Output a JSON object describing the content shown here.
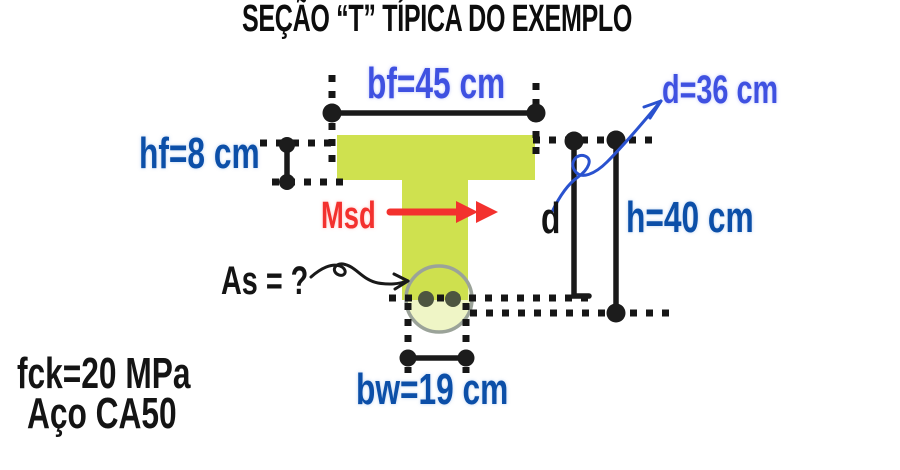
{
  "title": "SEÇÃO “T” TÍPICA DO EXEMPLO",
  "section": {
    "flange_width_label": "bf=45 cm",
    "flange_thickness_label": "hf=8 cm",
    "effective_depth_callout": "d=36 cm",
    "effective_depth_line_label": "d",
    "total_height_label": "h=40 cm",
    "web_width_label": "bw=19 cm",
    "moment_label": "Msd",
    "steel_area_label": "As = ?"
  },
  "materials": {
    "concrete_label": "fck=20 MPa",
    "steel_label": "Aço CA50"
  },
  "colors": {
    "section_fill": "#cfe14f",
    "dimension_blue": "#0c4fa8",
    "callout_blue": "#3f51e1",
    "moment_red": "#f3312e",
    "line_black": "#1a1a1a",
    "circle_gray": "#9ba399"
  }
}
